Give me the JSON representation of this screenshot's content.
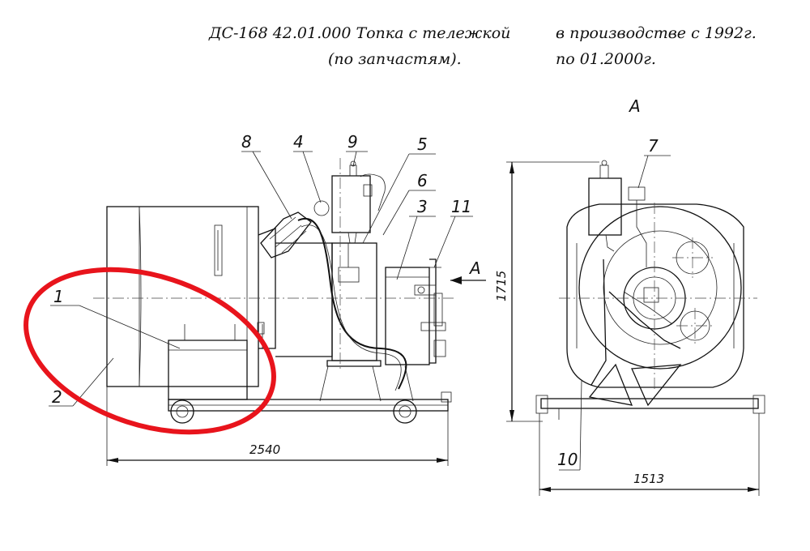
{
  "header": {
    "title_line1": "ДС-168 42.01.000 Топка с тележкой",
    "title_line2": "(по запчастям).",
    "production_line1": "в производстве с 1992г.",
    "production_line2": "по 01.2000г."
  },
  "view_label": "А",
  "arrow_label": "А",
  "callouts": {
    "c1": "1",
    "c2": "2",
    "c3": "3",
    "c4": "4",
    "c5": "5",
    "c6": "6",
    "c7": "7",
    "c8": "8",
    "c9": "9",
    "c10": "10",
    "c11": "11"
  },
  "dimensions": {
    "length": "2540",
    "height": "1715",
    "width": "1513"
  },
  "highlight_color": "#e8141c"
}
